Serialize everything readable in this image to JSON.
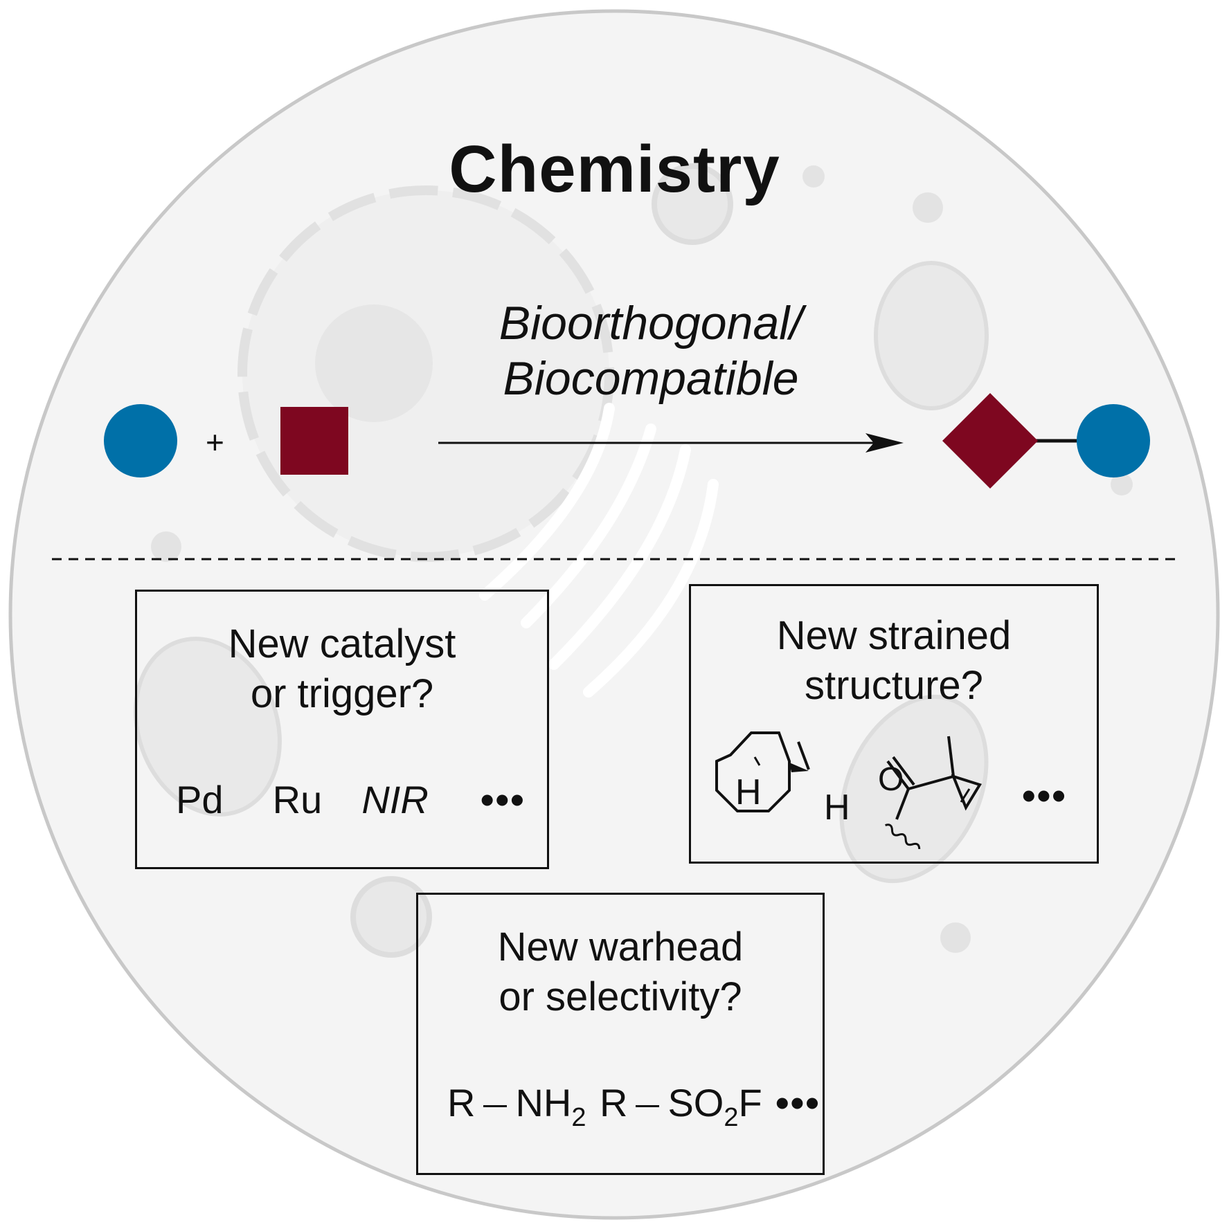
{
  "title": "Chemistry",
  "reaction": {
    "label_line1": "Bioorthogonal/",
    "label_line2": "Biocompatible",
    "plus": "+"
  },
  "boxes": {
    "catalyst": {
      "title_line1": "New catalyst",
      "title_line2": "or trigger?",
      "items": [
        "Pd",
        "Ru",
        "NIR"
      ],
      "ellipsis": "•••"
    },
    "strained": {
      "title_line1": "New strained",
      "title_line2": "structure?",
      "atom_h1": "H",
      "atom_h2": "H",
      "atom_o": "O",
      "ellipsis": "•••"
    },
    "warhead": {
      "title_line1": "New warhead",
      "title_line2": "or selectivity?",
      "amine_r": "R",
      "amine_nh": "NH",
      "amine_sub": "2",
      "sulfonyl_r": "R",
      "sulfonyl_so": "SO",
      "sulfonyl_sub": "2",
      "sulfonyl_f": "F",
      "ellipsis": "•••"
    }
  },
  "colors": {
    "blue": "#0070A8",
    "maroon": "#7E0720",
    "background_circle": "#F3F3F3",
    "circle_border": "#C8C8C8",
    "decor": "#DDDDDD"
  }
}
